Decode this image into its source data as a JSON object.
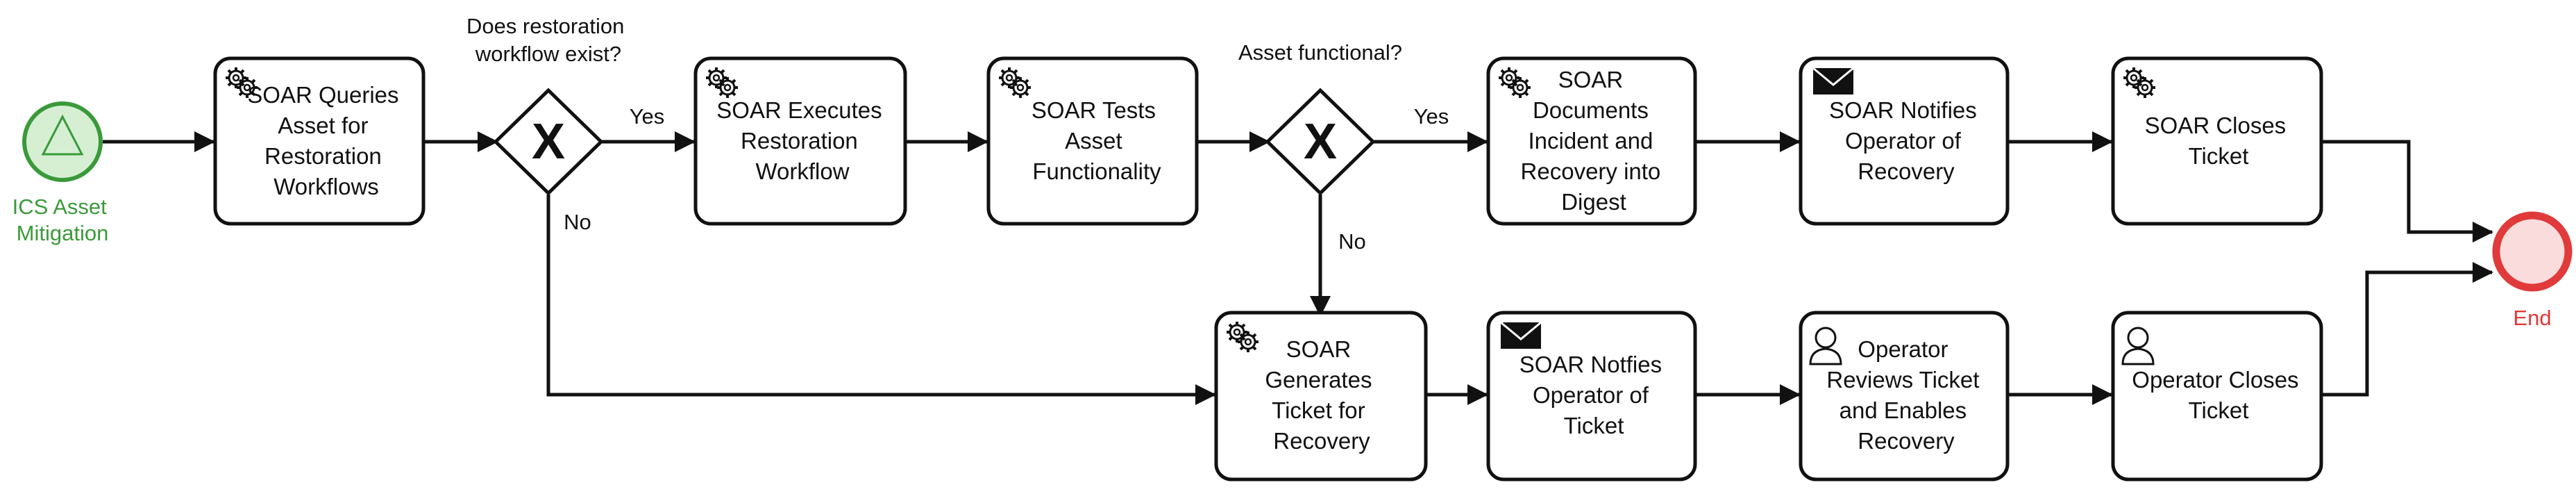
{
  "events": {
    "start": {
      "label_lines": [
        "ICS Asset",
        "Mitigation"
      ]
    },
    "end": {
      "label_lines": [
        "End"
      ]
    }
  },
  "gateways": {
    "g1": {
      "question_lines": [
        "Does restoration",
        "workflow exist?"
      ],
      "yes": "Yes",
      "no": "No",
      "symbol": "X"
    },
    "g2": {
      "question_lines": [
        "Asset functional?"
      ],
      "yes": "Yes",
      "no": "No",
      "symbol": "X"
    }
  },
  "tasks": {
    "t1": {
      "icon": "gear-icon",
      "lines": [
        "SOAR Queries",
        "Asset for",
        "Restoration",
        "Workflows"
      ]
    },
    "t2": {
      "icon": "gear-icon",
      "lines": [
        "SOAR Executes",
        "Restoration",
        "Workflow"
      ]
    },
    "t3": {
      "icon": "gear-icon",
      "lines": [
        "SOAR Tests",
        "Asset",
        "Functionality"
      ]
    },
    "t4": {
      "icon": "gear-icon",
      "lines": [
        "SOAR",
        "Documents",
        "Incident and",
        "Recovery into",
        "Digest"
      ]
    },
    "t5": {
      "icon": "envelope-icon",
      "lines": [
        "SOAR Notifies",
        "Operator of",
        "Recovery"
      ]
    },
    "t6": {
      "icon": "gear-icon",
      "lines": [
        "SOAR Closes",
        "Ticket"
      ]
    },
    "t7": {
      "icon": "gear-icon",
      "lines": [
        "SOAR",
        "Generates",
        "Ticket for",
        "Recovery"
      ]
    },
    "t8": {
      "icon": "envelope-icon",
      "lines": [
        "SOAR Notfies",
        "Operator of",
        "Ticket"
      ]
    },
    "t9": {
      "icon": "user-icon",
      "lines": [
        "Operator",
        "Reviews Ticket",
        "and Enables",
        "Recovery"
      ]
    },
    "t10": {
      "icon": "user-icon",
      "lines": [
        "Operator Closes",
        "Ticket"
      ]
    }
  },
  "colors": {
    "start": "#3a9a3a",
    "start_fill": "#d6efd3",
    "end": "#e03a3a",
    "end_fill": "#fbdcdc",
    "line": "#111111"
  }
}
